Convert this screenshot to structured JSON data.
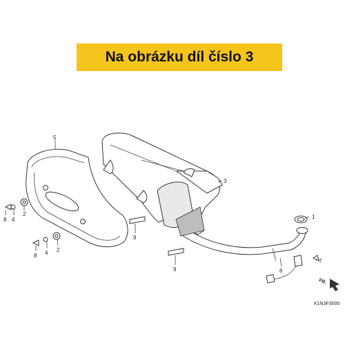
{
  "banner": {
    "text": "Na obrázku díl číslo 3",
    "color": "#f5c51c"
  },
  "callouts": {
    "c1": "1",
    "c2a": "2",
    "c2b": "2",
    "c3": "3",
    "c4a": "4",
    "c4b": "4",
    "c5": "5",
    "c6": "6",
    "c7": "7",
    "c8a": "8",
    "c8b": "8",
    "c9a": "9",
    "c9b": "9"
  },
  "direction_marker": "FR.",
  "diagram_code": "K1N3F3000"
}
